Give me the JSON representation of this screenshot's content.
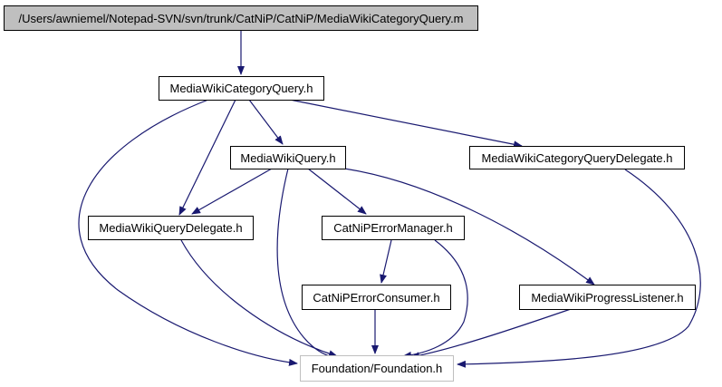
{
  "diagram": {
    "nodes": {
      "root": "/Users/awniemel/Notepad-SVN/svn/trunk/CatNiP/CatNiP/MediaWikiCategoryQuery.m",
      "category_query_h": "MediaWikiCategoryQuery.h",
      "query_h": "MediaWikiQuery.h",
      "category_query_delegate_h": "MediaWikiCategoryQueryDelegate.h",
      "query_delegate_h": "MediaWikiQueryDelegate.h",
      "error_manager_h": "CatNiPErrorManager.h",
      "error_consumer_h": "CatNiPErrorConsumer.h",
      "progress_listener_h": "MediaWikiProgressListener.h",
      "foundation_h": "Foundation/Foundation.h"
    },
    "colors": {
      "edge": "#191970",
      "root_fill": "#bfbfbf",
      "external_border": "#bfbfbf"
    }
  }
}
